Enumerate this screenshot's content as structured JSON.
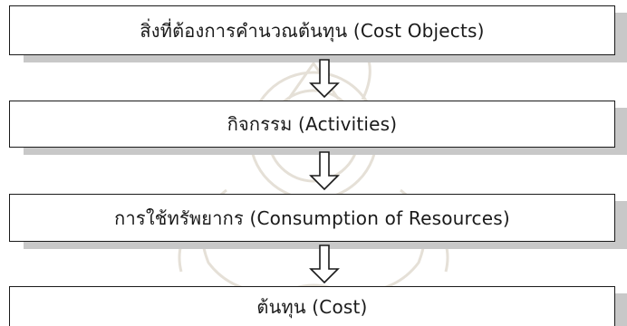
{
  "diagram": {
    "steps": [
      {
        "label": "สิ่งที่ต้องการคำนวณต้นทุน (Cost Objects)"
      },
      {
        "label": "กิจกรรม (Activities)"
      },
      {
        "label": "การใช้ทรัพยากร (Consumption of Resources)"
      },
      {
        "label": "ต้นทุน (Cost)"
      }
    ]
  },
  "colors": {
    "border": "#1a1a1a",
    "shadow": "#c8c8c8",
    "watermark": "#e0d9cf"
  }
}
